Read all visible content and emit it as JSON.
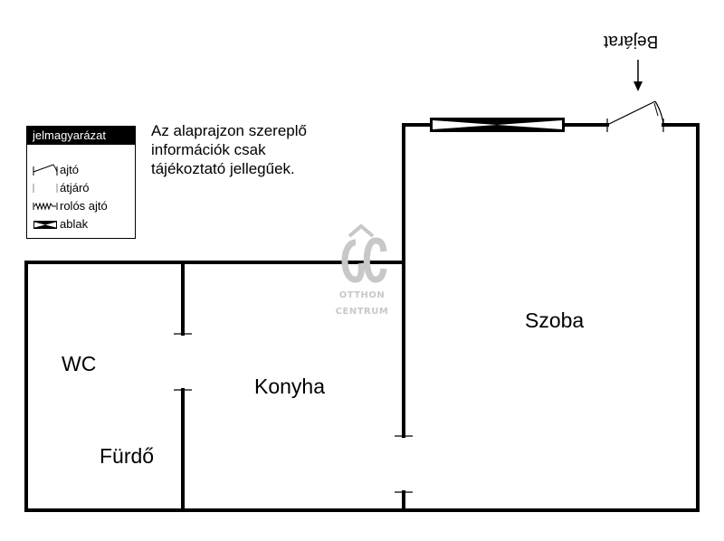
{
  "legend": {
    "title": "jelmagyarázat",
    "items": [
      {
        "icon": "door-icon",
        "label": "ajtó"
      },
      {
        "icon": "passage-icon",
        "label": "átjáró"
      },
      {
        "icon": "roller-door-icon",
        "label": "rolós ajtó"
      },
      {
        "icon": "window-icon",
        "label": "ablak"
      }
    ]
  },
  "notice": "Az alaprajzon szereplő\ninformációk csak\ntájékoztató jellegűek.",
  "entrance_label": "Bejárat",
  "rooms": {
    "szoba": "Szoba",
    "wc": "WC",
    "konyha": "Konyha",
    "furdo": "Fürdő"
  },
  "watermark": {
    "line1": "OTTHON",
    "line2": "CENTRUM"
  },
  "colors": {
    "wall": "#000000",
    "watermark": "#c8c8c8",
    "background": "#ffffff"
  }
}
